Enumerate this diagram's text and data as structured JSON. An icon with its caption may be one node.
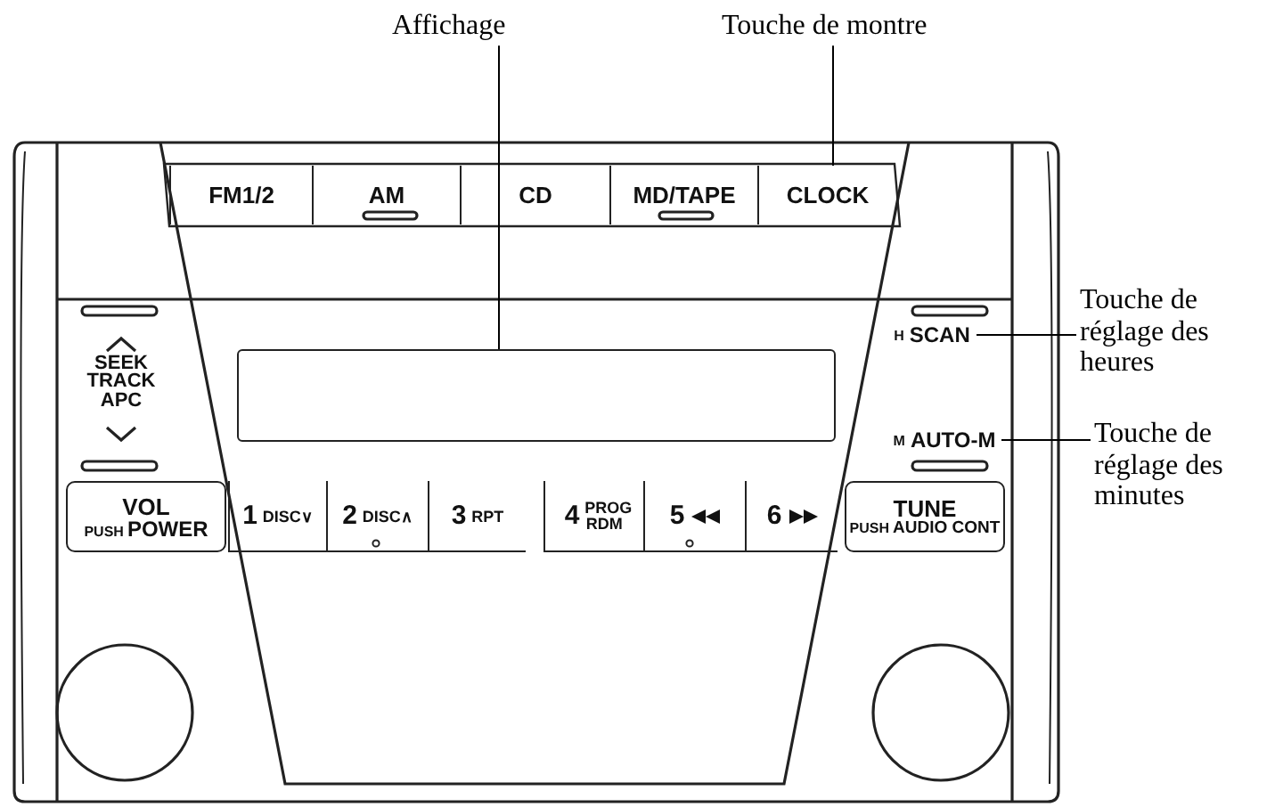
{
  "diagram": {
    "nodes": [
      {
        "text": [
          "Affichage"
        ]
      },
      {
        "text": [
          "Touche de montre"
        ]
      },
      {
        "text": [
          "FM1/2"
        ]
      },
      {
        "text": [
          "AM"
        ]
      },
      {
        "text": [
          "CD"
        ]
      },
      {
        "text": [
          "MD/TAPE"
        ]
      },
      {
        "text": [
          "CLOCK"
        ]
      },
      {
        "text": [
          "Touche de réglage des heures"
        ]
      },
      {
        "text": [
          "H",
          "SCAN"
        ]
      },
      {
        "text": [],
        "shape": "box"
      },
      {
        "text": [
          "M",
          "AUTO-M"
        ]
      },
      {
        "text": [
          "Touche de réglage des minutes"
        ]
      },
      {
        "text": [
          "VOL",
          "PUSH",
          "POWER"
        ]
      },
      {
        "text": [
          "1",
          "DISC∨"
        ]
      },
      {
        "text": [
          "2",
          "DISC∧"
        ]
      },
      {
        "text": [
          "3",
          "RPT"
        ]
      },
      {
        "text": [
          "4",
          "PROG RDM"
        ]
      },
      {
        "text": [
          "5"
        ]
      },
      {
        "text": [
          "6"
        ]
      },
      {
        "text": [
          "TUNE",
          "PUSH",
          "AUDIO CONT"
        ]
      }
    ],
    "edges": [
      {
        "from": 0,
        "to": 9,
        "arrow": "none"
      },
      {
        "from": 1,
        "to": 6,
        "arrow": "none"
      },
      {
        "from": 7,
        "to": 8,
        "arrow": "none"
      },
      {
        "from": 11,
        "to": 10,
        "arrow": "none"
      }
    ],
    "labels": [
      "SEEK TRACK APC"
    ]
  }
}
